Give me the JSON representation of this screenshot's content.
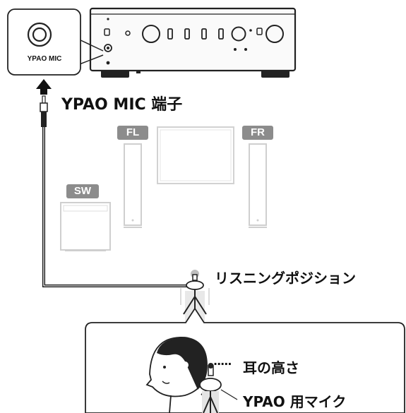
{
  "callout_box_label": "YPAO MIC",
  "jack_label": "YPAO MIC 端子",
  "speakers": {
    "front_left": "FL",
    "front_right": "FR",
    "subwoofer": "SW"
  },
  "listening_position_label": "リスニングポジション",
  "ear_height_label": "耳の高さ",
  "mic_label": "YPAO 用マイク",
  "ear_dots": "·····"
}
